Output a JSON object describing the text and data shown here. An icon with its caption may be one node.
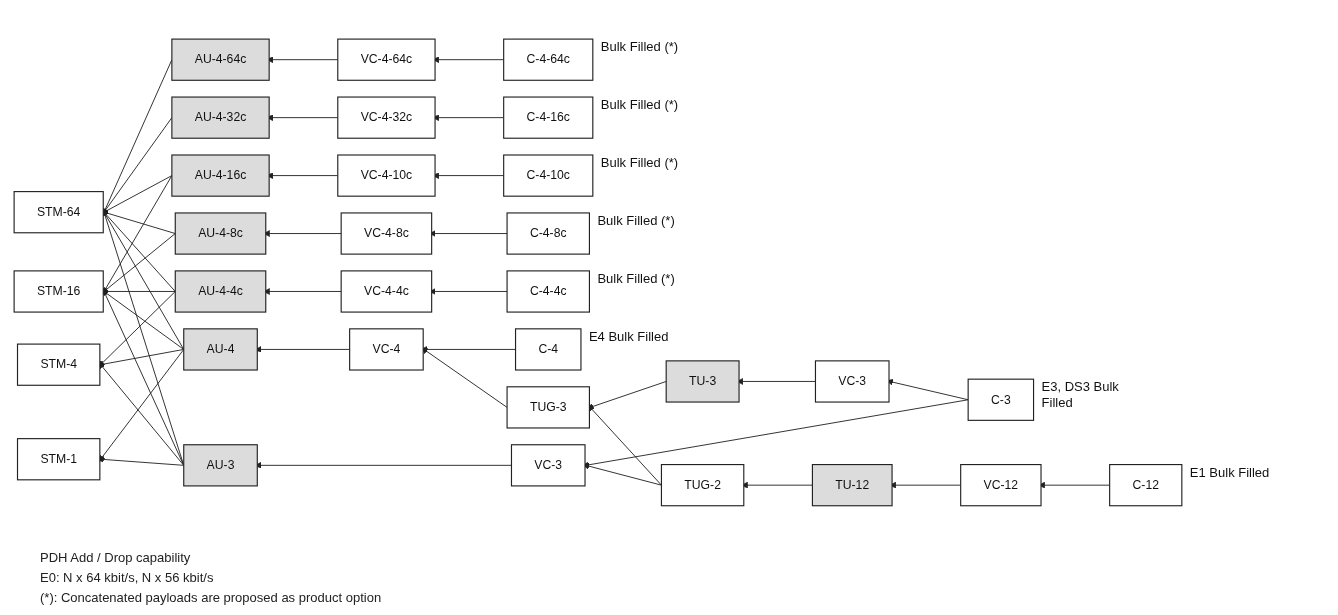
{
  "diagram": {
    "nodes": [
      {
        "text": [
          "STM-64"
        ]
      },
      {
        "text": [
          "AU-4-64c"
        ]
      },
      {
        "text": [
          "VC-4-64c"
        ]
      },
      {
        "text": [
          "C-4-64c"
        ],
        "beside": [
          "Bulk Filled (*)"
        ]
      },
      {
        "text": [
          "AU-4-32c"
        ]
      },
      {
        "text": [
          "VC-4-32c"
        ]
      },
      {
        "text": [
          "C-4-16c"
        ],
        "beside": [
          "Bulk Filled (*)"
        ]
      },
      {
        "text": [
          "STM-16"
        ]
      },
      {
        "text": [
          "AU-4-16c"
        ]
      },
      {
        "text": [
          "VC-4-10c"
        ]
      },
      {
        "text": [
          "C-4-10c"
        ],
        "beside": [
          "Bulk Filled (*)"
        ]
      },
      {
        "text": [
          "STM-4"
        ]
      },
      {
        "text": [
          "AU-4-8c"
        ]
      },
      {
        "text": [
          "VC-4-8c"
        ]
      },
      {
        "text": [
          "C-4-8c"
        ],
        "beside": [
          "Bulk Filled (*)"
        ]
      },
      {
        "text": [
          "STM-1"
        ]
      },
      {
        "text": [
          "AU-4-4c"
        ]
      },
      {
        "text": [
          "VC-4-4c"
        ]
      },
      {
        "text": [
          "C-4-4c"
        ],
        "beside": [
          "Bulk Filled (*)"
        ]
      },
      {
        "text": [
          "AU-4"
        ]
      },
      {
        "text": [
          "VC-4"
        ]
      },
      {
        "text": [
          "C-4"
        ],
        "beside": [
          "E4 Bulk Filled"
        ]
      },
      {
        "text": [
          "TUG-3"
        ]
      },
      {
        "text": [
          "TU-3"
        ]
      },
      {
        "text": [
          "VC-3"
        ]
      },
      {
        "text": [
          "C-3"
        ],
        "beside": [
          "E3, DS3 Bulk Filled"
        ]
      },
      {
        "text": [
          "AU-3"
        ]
      },
      {
        "text": [
          "VC-3"
        ]
      },
      {
        "text": [
          "TUG-2"
        ]
      },
      {
        "text": [
          "TU-12"
        ]
      },
      {
        "text": [
          "VC-12"
        ]
      },
      {
        "text": [
          "C-12"
        ],
        "beside": [
          "E1 Bulk Filled"
        ]
      }
    ],
    "edges": [
      {
        "from": 3,
        "to": 2,
        "arrow": "to"
      },
      {
        "from": 2,
        "to": 1,
        "arrow": "to"
      },
      {
        "from": 1,
        "to": 0,
        "arrow": "to"
      },
      {
        "from": 6,
        "to": 5,
        "arrow": "to"
      },
      {
        "from": 5,
        "to": 4,
        "arrow": "to"
      },
      {
        "from": 4,
        "to": 0,
        "arrow": "to"
      },
      {
        "from": 10,
        "to": 9,
        "arrow": "to"
      },
      {
        "from": 9,
        "to": 8,
        "arrow": "to"
      },
      {
        "from": 8,
        "to": 0,
        "arrow": "to"
      },
      {
        "from": 8,
        "to": 7,
        "arrow": "to"
      },
      {
        "from": 14,
        "to": 13,
        "arrow": "to"
      },
      {
        "from": 13,
        "to": 12,
        "arrow": "to"
      },
      {
        "from": 12,
        "to": 0,
        "arrow": "to"
      },
      {
        "from": 12,
        "to": 7,
        "arrow": "to"
      },
      {
        "from": 18,
        "to": 17,
        "arrow": "to"
      },
      {
        "from": 17,
        "to": 16,
        "arrow": "to"
      },
      {
        "from": 16,
        "to": 0,
        "arrow": "to"
      },
      {
        "from": 16,
        "to": 7,
        "arrow": "to"
      },
      {
        "from": 16,
        "to": 11,
        "arrow": "to"
      },
      {
        "from": 21,
        "to": 20,
        "arrow": "to"
      },
      {
        "from": 20,
        "to": 19,
        "arrow": "to"
      },
      {
        "from": 19,
        "to": 0,
        "arrow": "to"
      },
      {
        "from": 19,
        "to": 7,
        "arrow": "to"
      },
      {
        "from": 19,
        "to": 11,
        "arrow": "to"
      },
      {
        "from": 19,
        "to": 15,
        "arrow": "to"
      },
      {
        "from": 22,
        "to": 20,
        "arrow": "to"
      },
      {
        "from": 25,
        "to": 24,
        "arrow": "to"
      },
      {
        "from": 24,
        "to": 23,
        "arrow": "to"
      },
      {
        "from": 23,
        "to": 22,
        "arrow": "to"
      },
      {
        "from": 25,
        "to": 27,
        "arrow": "to"
      },
      {
        "from": 27,
        "to": 26,
        "arrow": "to"
      },
      {
        "from": 26,
        "to": 0,
        "arrow": "to"
      },
      {
        "from": 26,
        "to": 7,
        "arrow": "to"
      },
      {
        "from": 26,
        "to": 11,
        "arrow": "to"
      },
      {
        "from": 26,
        "to": 15,
        "arrow": "to"
      },
      {
        "from": 28,
        "to": 22,
        "arrow": "to"
      },
      {
        "from": 28,
        "to": 27,
        "arrow": "to"
      },
      {
        "from": 31,
        "to": 30,
        "arrow": "to"
      },
      {
        "from": 30,
        "to": 29,
        "arrow": "to"
      },
      {
        "from": 29,
        "to": 28,
        "arrow": "to"
      }
    ],
    "labels": [
      "PDH Add / Drop capability",
      "E0: N x 64 kbit/s, N x 56 kbit/s",
      "(*): Concatenated payloads are proposed as product option"
    ]
  }
}
